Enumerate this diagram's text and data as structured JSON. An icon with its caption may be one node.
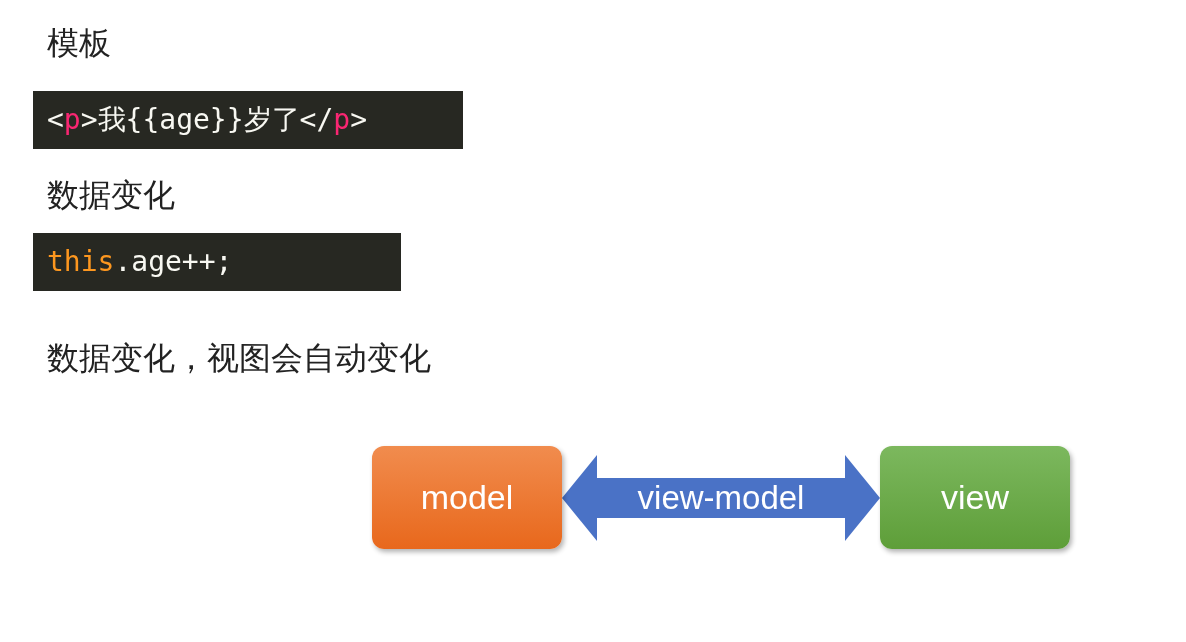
{
  "diagram": {
    "nodes": [
      {
        "text": [
          "model"
        ]
      },
      {
        "text": [
          "view"
        ]
      }
    ],
    "edges": [
      {
        "from": 0,
        "to": 1,
        "arrow": "both",
        "label": "view-model",
        "color": "#4a72c6"
      }
    ],
    "labels": [
      "模板",
      "<p>我{{age}}岁了</p>",
      "数据变化",
      "this.age++;",
      "数据变化，视图会自动变化"
    ]
  }
}
